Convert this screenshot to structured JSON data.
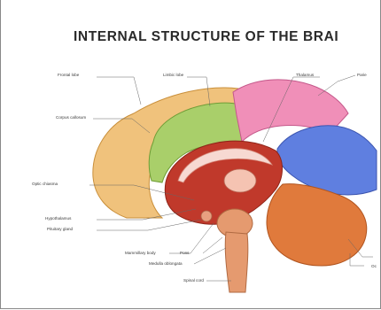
{
  "title": "INTERNAL STRUCTURE OF THE BRAI",
  "labels": {
    "frontal_lobe": "Frontal lobe",
    "limbic_lobe": "Limbic lobe",
    "thalamus": "Thalamus",
    "parietal": "Parie",
    "corpus_callosum": "Corpus callosum",
    "optic_chiasma": "Optic chiasma",
    "hypothalamus": "Hypothalamus",
    "pituitary_gland": "Pituitary gland",
    "mammillary_body": "Mammillary body",
    "pons": "Pons",
    "medulla_oblongata": "Medulla oblongata",
    "spinal_cord": "Spinal cord",
    "occipital": "Oc"
  },
  "colors": {
    "frontal": "#f0c27c",
    "limbic": "#a9cf6a",
    "parietal": "#f08fb8",
    "occipital": "#5f7fe0",
    "cerebellum": "#e07a3c",
    "inner": "#c0392b",
    "brainstem": "#e59a6f"
  }
}
